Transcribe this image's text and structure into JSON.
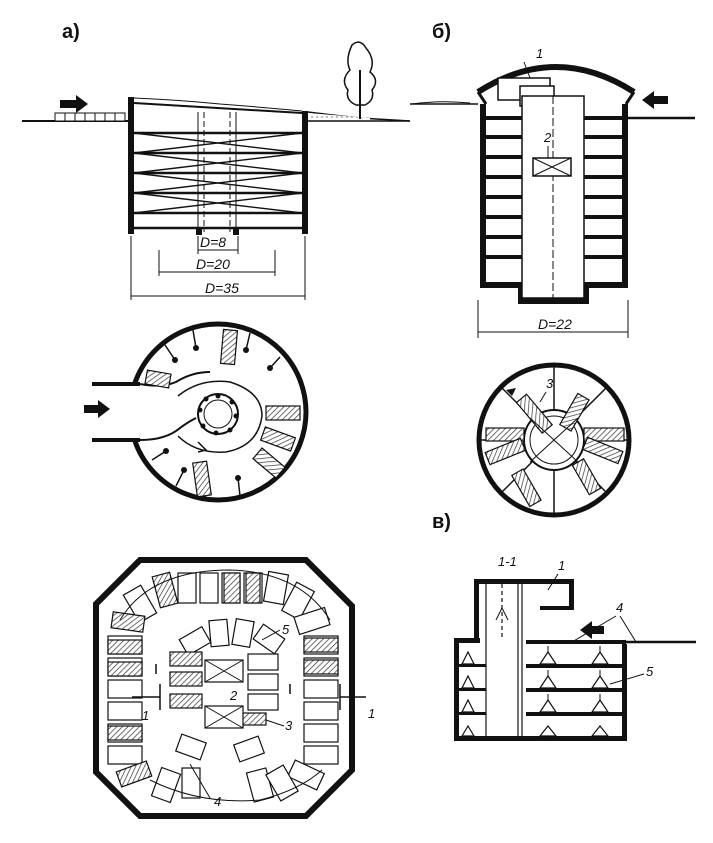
{
  "figure": {
    "panels": {
      "a": {
        "letter": "а)",
        "dims": [
          "D=8",
          "D=20",
          "D=35"
        ]
      },
      "b": {
        "letter": "б)",
        "dim": "D=22",
        "labels": [
          "1",
          "2",
          "3"
        ]
      },
      "c": {
        "letter": "в)",
        "section": "1-1",
        "labels": [
          "1",
          "4",
          "5"
        ]
      },
      "plan": {
        "labels": [
          "1",
          "1",
          "2",
          "3",
          "4",
          "5"
        ]
      }
    },
    "colors": {
      "ink": "#111111",
      "car_fill": "#8c8c8c",
      "paper": "#ffffff"
    }
  }
}
